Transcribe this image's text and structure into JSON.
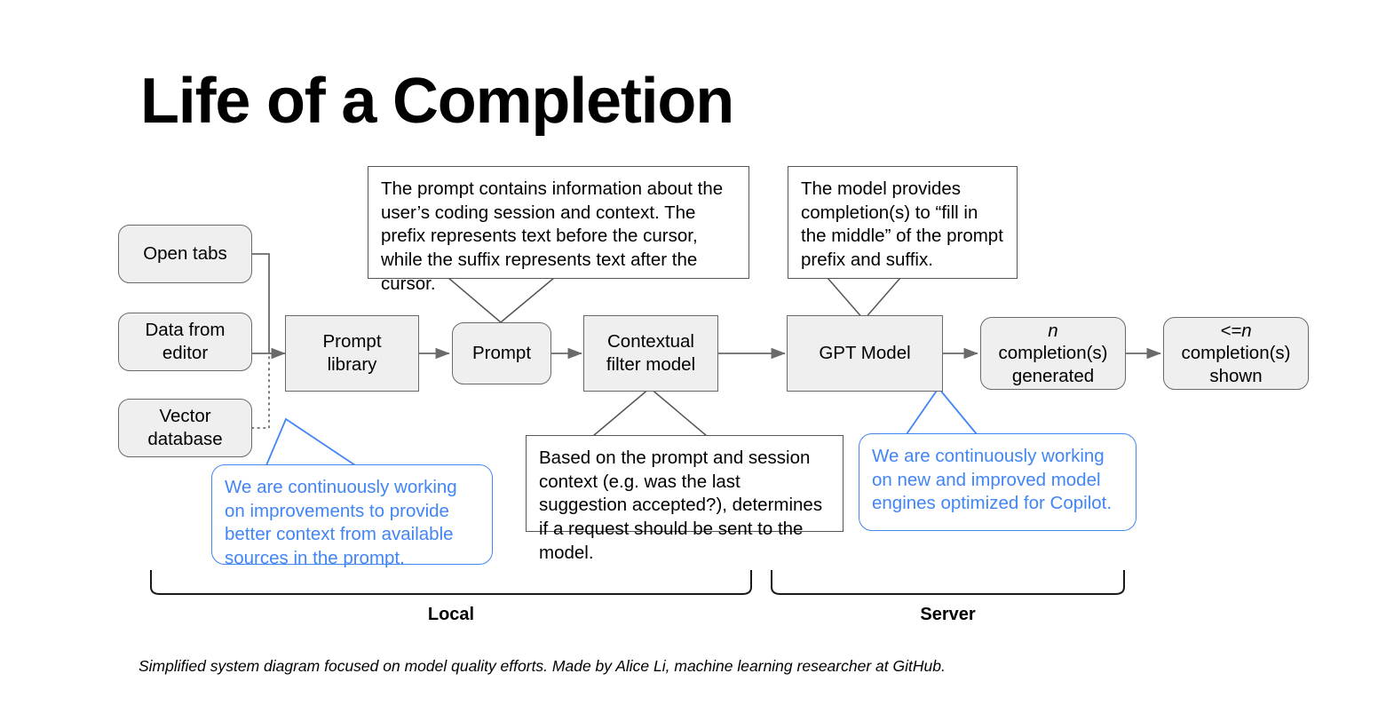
{
  "page": {
    "title": "Life of a Completion",
    "footer_note": "Simplified system diagram focused on model quality efforts. Made by Alice Li, machine learning researcher at GitHub."
  },
  "colors": {
    "node_fill": "#efefef",
    "node_border": "#6a6a6a",
    "connector": "#6a6a6a",
    "callout_border": "#555555",
    "accent_blue": "#4285f4",
    "text": "#000000",
    "background": "#ffffff"
  },
  "nodes": {
    "open_tabs": {
      "label": "Open tabs",
      "shape": "rounded"
    },
    "data_from_editor": {
      "line1": "Data from",
      "line2": "editor",
      "shape": "rounded"
    },
    "vector_database": {
      "line1": "Vector",
      "line2": "database",
      "shape": "rounded"
    },
    "prompt_library": {
      "line1": "Prompt",
      "line2": "library",
      "shape": "rect"
    },
    "prompt": {
      "label": "Prompt",
      "shape": "rounded"
    },
    "contextual_filter_model": {
      "line1": "Contextual",
      "line2": "filter model",
      "shape": "rect"
    },
    "gpt_model": {
      "label": "GPT Model",
      "shape": "rect"
    },
    "completions_generated": {
      "line1": "n",
      "line2": "completion(s)",
      "line3": "generated",
      "shape": "rounded"
    },
    "completions_shown": {
      "line1": "<=n",
      "line2": "completion(s)",
      "line3": "shown",
      "shape": "rounded"
    }
  },
  "callouts": {
    "prompt_info": {
      "style": "plain",
      "text": "The prompt contains information about the user’s coding session and context. The prefix represents text before the cursor, while the suffix represents text after the cursor."
    },
    "model_info": {
      "style": "plain",
      "text": "The model provides completion(s) to “fill in the middle” of the prompt prefix and suffix."
    },
    "context_improvements": {
      "style": "blue",
      "text": "We are continuously working on improvements to provide better context from available sources in the prompt."
    },
    "filter_info": {
      "style": "plain",
      "text": "Based on the prompt and session context (e.g. was the last suggestion accepted?), determines if a request should be sent to the model."
    },
    "engine_improvements": {
      "style": "blue",
      "text": "We are continuously working on new and improved model engines optimized for Copilot."
    }
  },
  "brackets": {
    "local": {
      "label": "Local"
    },
    "server": {
      "label": "Server"
    }
  }
}
